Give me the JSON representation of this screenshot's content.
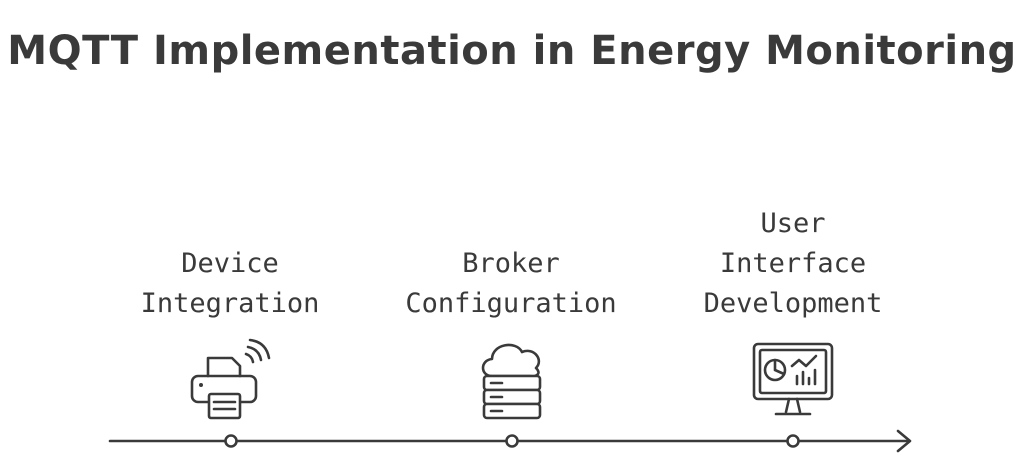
{
  "title": "MQTT Implementation in Energy Monitoring",
  "steps": [
    {
      "label_lines": [
        "Device",
        "Integration"
      ],
      "icon": "printer-wireless-icon"
    },
    {
      "label_lines": [
        "Broker",
        "Configuration"
      ],
      "icon": "cloud-server-icon"
    },
    {
      "label_lines": [
        "User",
        "Interface",
        "Development"
      ],
      "icon": "dashboard-monitor-icon"
    }
  ]
}
